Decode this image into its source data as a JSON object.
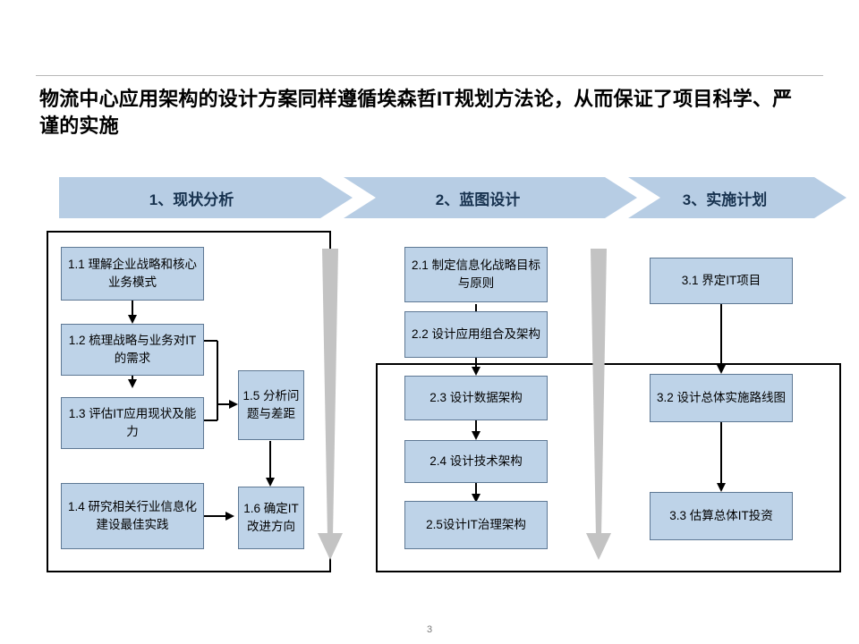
{
  "slide": {
    "title": "物流中心应用架构的设计方案同样遵循埃森哲IT规划方法论，从而保证了项目科学、严谨的实施",
    "page_number": "3",
    "accent_color": "#b7cde4",
    "box_fill_color": "#bed3e8",
    "box_border_color": "#5e7894"
  },
  "phases": [
    {
      "label": "1、现状分析"
    },
    {
      "label": "2、蓝图设计"
    },
    {
      "label": "3、实施计划"
    }
  ],
  "column1": [
    {
      "id": "1.1",
      "text": "1.1 理解企业战略和核心业务模式"
    },
    {
      "id": "1.2",
      "text": "1.2 梳理战略与业务对IT的需求"
    },
    {
      "id": "1.3",
      "text": "1.3 评估IT应用现状及能力"
    },
    {
      "id": "1.4",
      "text": "1.4 研究相关行业信息化建设最佳实践"
    },
    {
      "id": "1.5",
      "text": "1.5  分析问题与差距"
    },
    {
      "id": "1.6",
      "text": "1.6  确定IT改进方向"
    }
  ],
  "column2": [
    {
      "id": "2.1",
      "text": "2.1 制定信息化战略目标与原则"
    },
    {
      "id": "2.2",
      "text": "2.2 设计应用组合及架构"
    },
    {
      "id": "2.3",
      "text": "2.3 设计数据架构"
    },
    {
      "id": "2.4",
      "text": "2.4 设计技术架构"
    },
    {
      "id": "2.5",
      "text": "2.5设计IT治理架构"
    }
  ],
  "column3": [
    {
      "id": "3.1",
      "text": "3.1 界定IT项目"
    },
    {
      "id": "3.2",
      "text": "3.2 设计总体实施路线图"
    },
    {
      "id": "3.3",
      "text": "3.3 估算总体IT投资"
    }
  ]
}
